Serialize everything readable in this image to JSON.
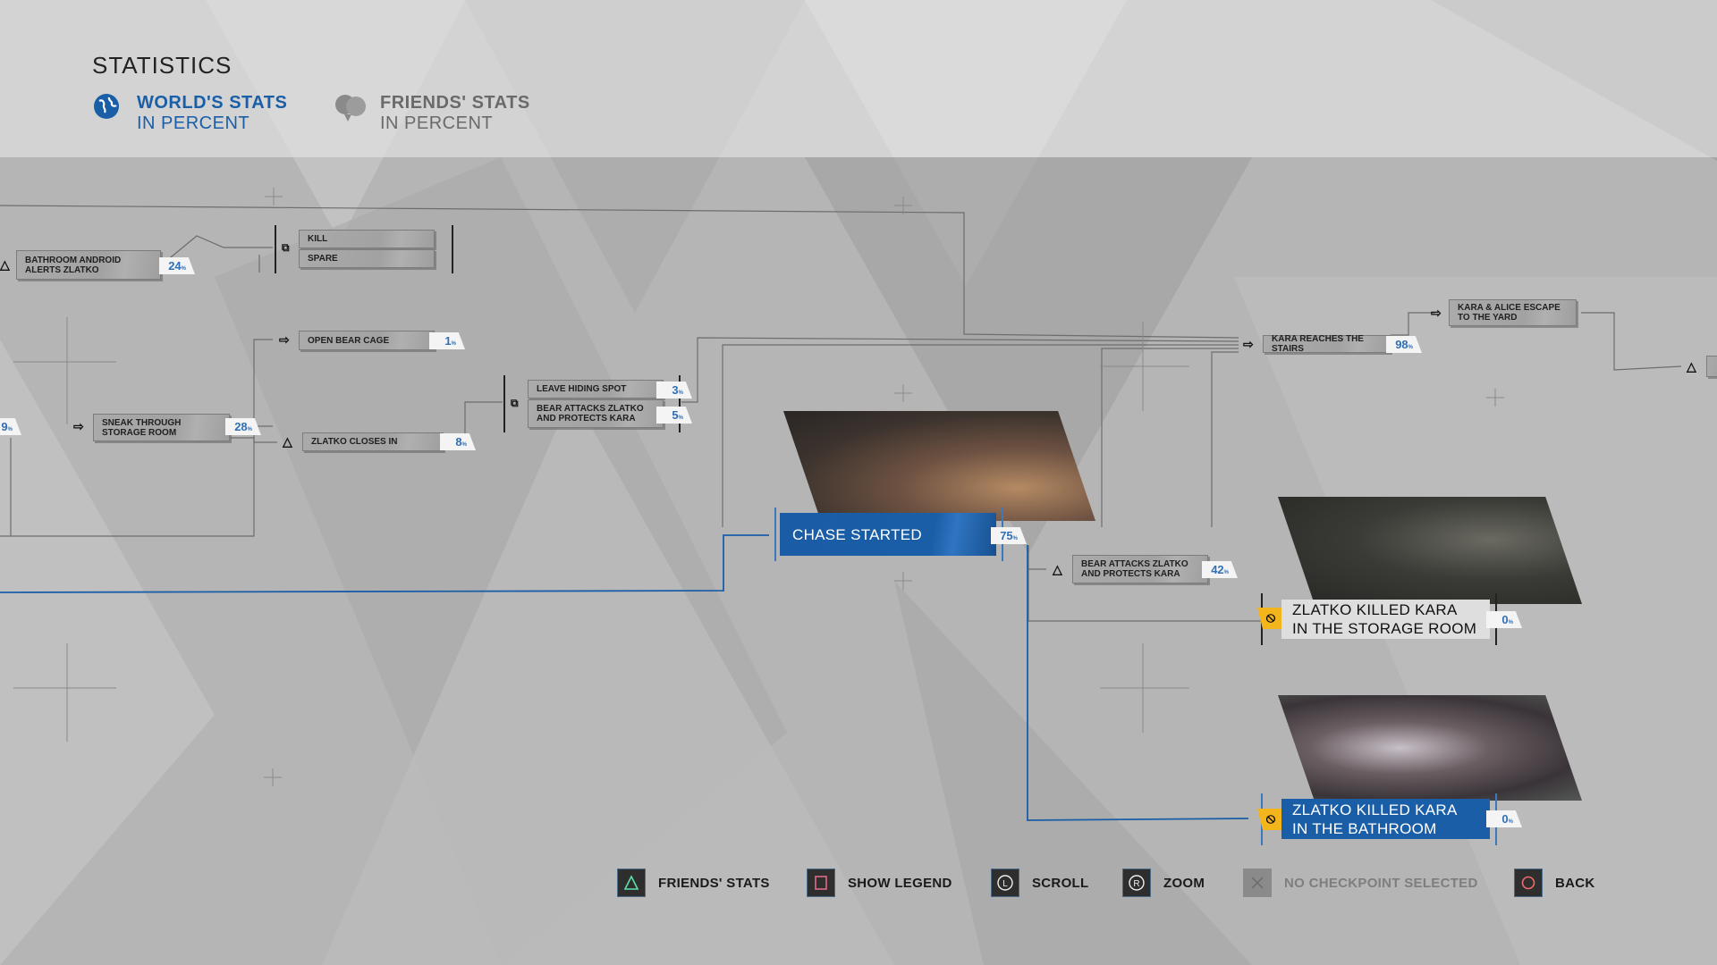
{
  "header": {
    "title": "STATISTICS",
    "tabs": [
      {
        "title": "WORLD'S STATS",
        "subtitle": "IN PERCENT",
        "active": true,
        "icon": "globe-icon"
      },
      {
        "title": "FRIENDS' STATS",
        "subtitle": "IN PERCENT",
        "active": false,
        "icon": "friends-icon"
      }
    ]
  },
  "nodes": {
    "bathroom_android": {
      "label": "BATHROOM ANDROID ALERTS ZLATKO",
      "pct": "24"
    },
    "kill": {
      "label": "KILL"
    },
    "spare": {
      "label": "SPARE"
    },
    "open_bear_cage": {
      "label": "OPEN BEAR CAGE",
      "pct": "1"
    },
    "prev": {
      "pct": "9"
    },
    "sneak": {
      "label": "SNEAK THROUGH STORAGE ROOM",
      "pct": "28"
    },
    "zlatko_closes": {
      "label": "ZLATKO CLOSES IN",
      "pct": "8"
    },
    "leave_hiding": {
      "label": "LEAVE HIDING SPOT",
      "pct": "3"
    },
    "bear_attacks_1": {
      "label": "BEAR ATTACKS ZLATKO AND PROTECTS KARA",
      "pct": "5"
    },
    "chase_started": {
      "label": "CHASE STARTED",
      "pct": "75"
    },
    "bear_attacks_2": {
      "label": "BEAR ATTACKS ZLATKO AND PROTECTS KARA",
      "pct": "42"
    },
    "kara_stairs": {
      "label": "KARA REACHES THE STAIRS",
      "pct": "98"
    },
    "kara_alice": {
      "label": "KARA & ALICE ESCAPE TO THE YARD"
    },
    "storage_death": {
      "line1": "ZLATKO KILLED KARA",
      "line2": "IN THE STORAGE ROOM",
      "pct": "0"
    },
    "bathroom_death": {
      "line1": "ZLATKO KILLED KARA",
      "line2": "IN THE BATHROOM",
      "pct": "0"
    }
  },
  "pct_sign": "%",
  "footer": [
    {
      "label": "FRIENDS' STATS",
      "icon": "triangle-button-icon"
    },
    {
      "label": "SHOW LEGEND",
      "icon": "square-button-icon"
    },
    {
      "label": "SCROLL",
      "icon": "left-stick-icon"
    },
    {
      "label": "ZOOM",
      "icon": "right-stick-icon"
    },
    {
      "label": "NO CHECKPOINT SELECTED",
      "icon": "cross-button-icon",
      "disabled": true
    },
    {
      "label": "BACK",
      "icon": "circle-button-icon"
    }
  ],
  "colors": {
    "accent": "#1a5ea8",
    "pct_text": "#2f6fb5",
    "warning": "#f2b51c"
  }
}
